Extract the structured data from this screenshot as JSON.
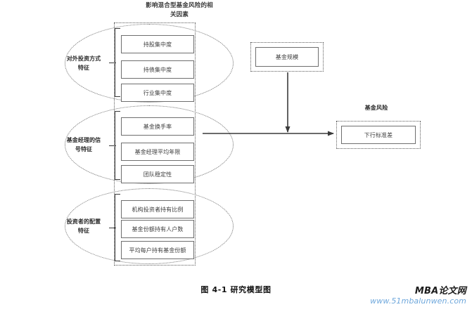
{
  "figure": {
    "title_line1": "影响混合型基金风险的相",
    "title_line2": "关因素",
    "caption": "图 4-1  研究模型图"
  },
  "groups": [
    {
      "label_line1": "对外投资方式",
      "label_line2": "特征",
      "items": [
        {
          "label": "持股集中度"
        },
        {
          "label": "持债集中度"
        },
        {
          "label": "行业集中度"
        }
      ]
    },
    {
      "label_line1": "基金经理的信",
      "label_line2": "号特征",
      "items": [
        {
          "label": "基金换手率"
        },
        {
          "label": "基金经理平均年限"
        },
        {
          "label": "团队稳定性"
        }
      ]
    },
    {
      "label_line1": "投资者的配置",
      "label_line2": "特征",
      "items": [
        {
          "label": "机构投资者持有比例"
        },
        {
          "label": "基金份额持有人户数"
        },
        {
          "label": "平均每户持有基金份额"
        }
      ]
    }
  ],
  "fund_size": {
    "label": "基金规模"
  },
  "risk_outcome": {
    "heading": "基金风险",
    "label": "下行标准差"
  },
  "watermark": {
    "title": "MBA论文网",
    "url": "www.51mbalunwen.com"
  },
  "colors": {
    "box_border": "#6e6e6e",
    "dotted_border": "#5a5a5a",
    "text": "#3d3d3d",
    "arrow": "#3a3a3a",
    "watermark_url": "#6fa8dc",
    "background": "#ffffff"
  }
}
